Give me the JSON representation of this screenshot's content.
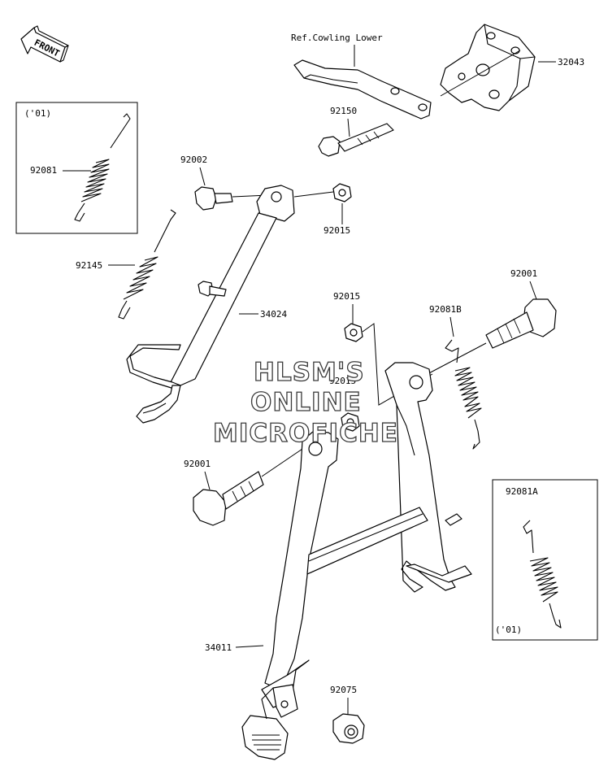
{
  "watermark": {
    "line1": "HLSM'S",
    "line2": "ONLINE",
    "line3": "MICROFICHE"
  },
  "front_arrow_label": "FRONT",
  "reference_note": "Ref.Cowling Lower",
  "inset_left_label": "('01)",
  "inset_right_label": "('01)",
  "parts": {
    "p32043": "32043",
    "p92150": "92150",
    "p92081": "92081",
    "p92002": "92002",
    "p92015_top": "92015",
    "p92145": "92145",
    "p34024": "34024",
    "p92015_mid": "92015",
    "p92015_lower": "92015",
    "p92001_right": "92001",
    "p92081B": "92081B",
    "p92001_left": "92001",
    "p92081A": "92081A",
    "p34011": "34011",
    "p92075": "92075"
  }
}
